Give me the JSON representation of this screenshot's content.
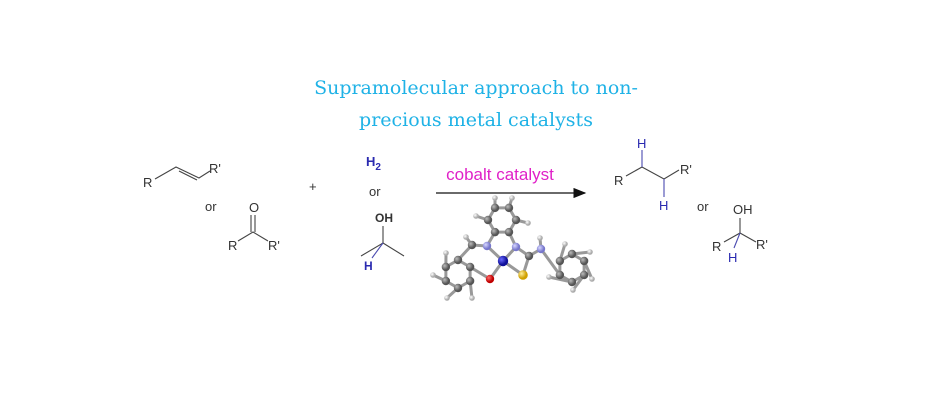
{
  "title": {
    "line1": "Supramolecular approach to non-",
    "line2": "precious metal catalysts"
  },
  "reactants": {
    "alkene": {
      "r": "R",
      "r_prime": "R'"
    },
    "or1": "or",
    "ketone": {
      "o": "O",
      "r": "R",
      "r_prime": "R'"
    },
    "plus": "+",
    "h2": "H2",
    "or2": "or",
    "isopropanol": {
      "oh": "OH",
      "h": "H"
    }
  },
  "arrow": {
    "label": "cobalt catalyst"
  },
  "products": {
    "alkane": {
      "r": "R",
      "r_prime": "R'",
      "h_top": "H",
      "h_bottom": "H"
    },
    "or": "or",
    "alcohol": {
      "oh": "OH",
      "r": "R",
      "r_prime": "R'",
      "h": "H"
    }
  },
  "colors": {
    "title": "#1fb2e6",
    "catalyst_label": "#e020c8",
    "hydrogen_label": "#2a2ab0",
    "cobalt": "#2020d0",
    "nitrogen": "#9a9ae8",
    "oxygen": "#e01010",
    "sulfur": "#e8c020"
  }
}
